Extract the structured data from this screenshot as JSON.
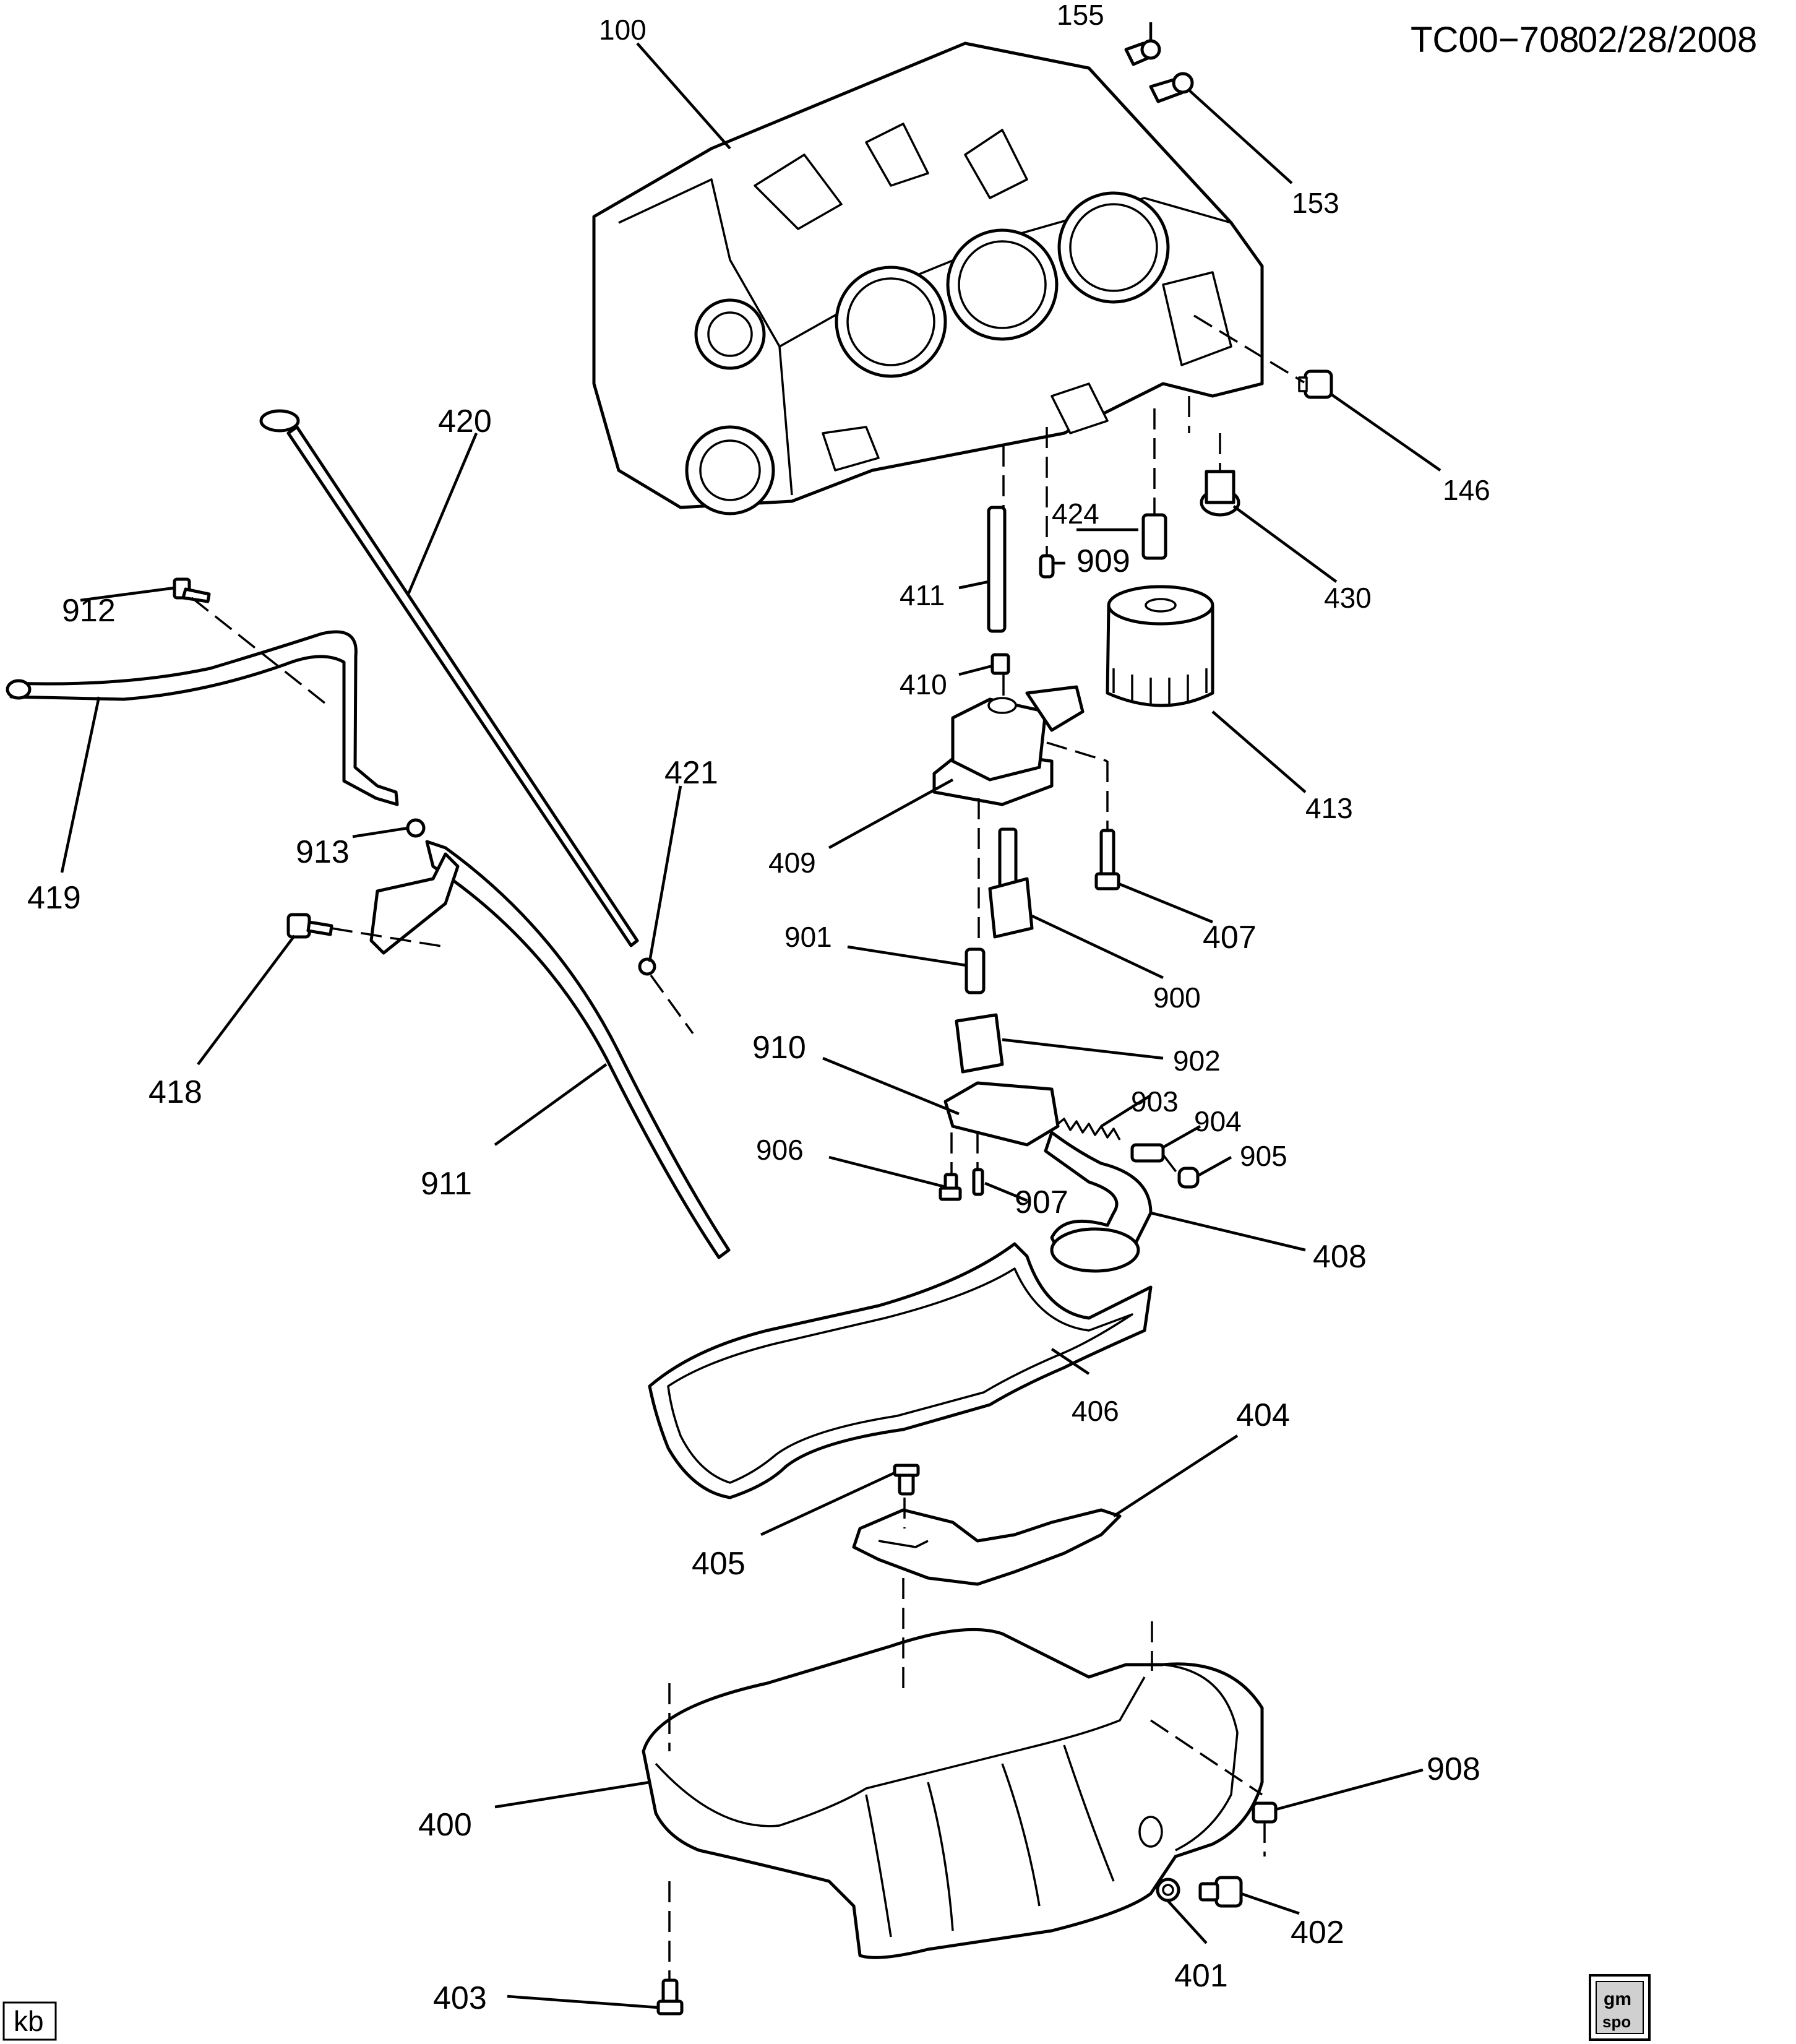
{
  "header": {
    "ref_code": "TC00−708",
    "date": "02/28/2008"
  },
  "footer": {
    "initials": "kb",
    "logo_top": "gm",
    "logo_bottom": "spo"
  },
  "callouts": {
    "c100": "100",
    "c155": "155",
    "c153": "153",
    "c146": "146",
    "c420": "420",
    "c424": "424",
    "c909": "909",
    "c430": "430",
    "c411": "411",
    "c912": "912",
    "c410": "410",
    "c413": "413",
    "c421": "421",
    "c409": "409",
    "c913": "913",
    "c419": "419",
    "c407": "407",
    "c901": "901",
    "c418": "418",
    "c900": "900",
    "c910": "910",
    "c902": "902",
    "c903": "903",
    "c904": "904",
    "c906": "906",
    "c905": "905",
    "c911": "911",
    "c907": "907",
    "c408": "408",
    "c406": "406",
    "c404": "404",
    "c405": "405",
    "c908": "908",
    "c400": "400",
    "c402": "402",
    "c403": "403",
    "c401": "401"
  }
}
